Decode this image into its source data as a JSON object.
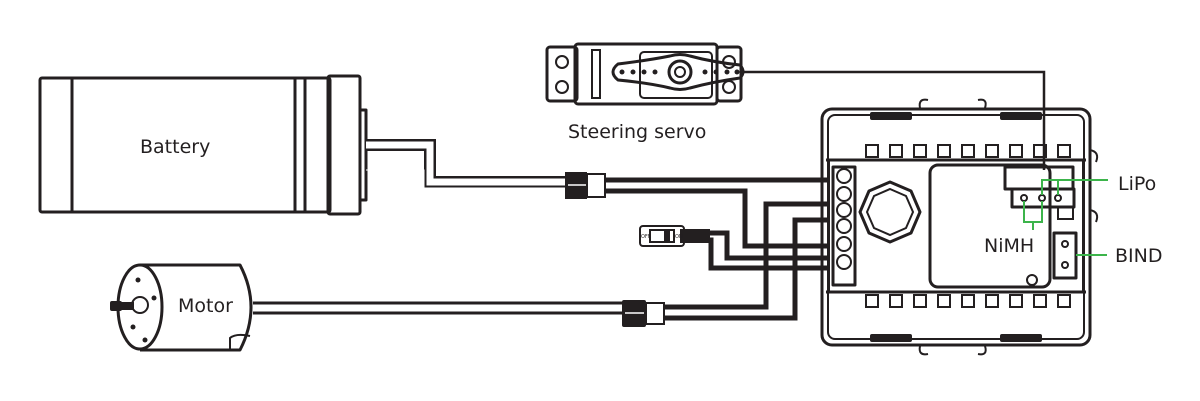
{
  "labels": {
    "battery": "Battery",
    "motor": "Motor",
    "servo": "Steering servo",
    "lipo": "LiPo",
    "nimh": "NiMH",
    "bind": "BIND",
    "switch_off": "OFF",
    "switch_on": "ON"
  },
  "colors": {
    "line": "#231f20",
    "callout": "#3cb44b"
  }
}
